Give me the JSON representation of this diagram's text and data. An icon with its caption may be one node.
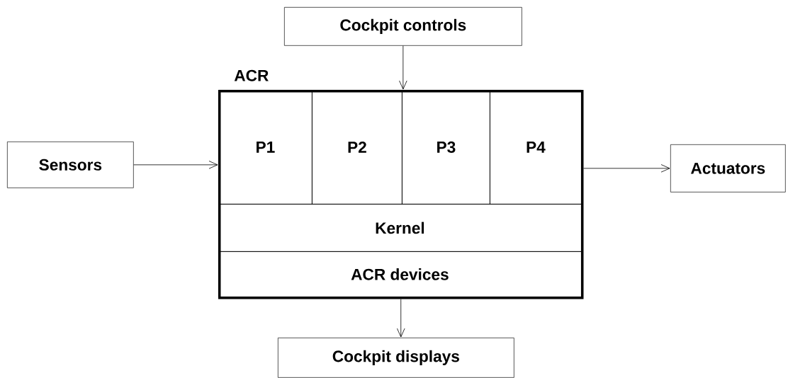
{
  "diagram": {
    "nodes": [
      {
        "text": [
          "Cockpit controls"
        ]
      },
      {
        "text": [
          "ACR"
        ]
      },
      {
        "text": [
          "P1"
        ],
        "in": 1
      },
      {
        "text": [
          "P2"
        ],
        "in": 1
      },
      {
        "text": [
          "P3"
        ],
        "in": 1
      },
      {
        "text": [
          "P4"
        ],
        "in": 1
      },
      {
        "text": [
          "Kernel"
        ],
        "in": 1
      },
      {
        "text": [
          "ACR devices"
        ],
        "in": 1
      },
      {
        "text": [
          "Sensors"
        ]
      },
      {
        "text": [
          "Actuators"
        ]
      },
      {
        "text": [
          "Cockpit displays"
        ]
      }
    ],
    "edges": [
      {
        "from": 0,
        "to": 1,
        "arrow": "to"
      },
      {
        "from": 8,
        "to": 1,
        "arrow": "to"
      },
      {
        "from": 1,
        "to": 9,
        "arrow": "to"
      },
      {
        "from": 1,
        "to": 10,
        "arrow": "to"
      }
    ]
  }
}
